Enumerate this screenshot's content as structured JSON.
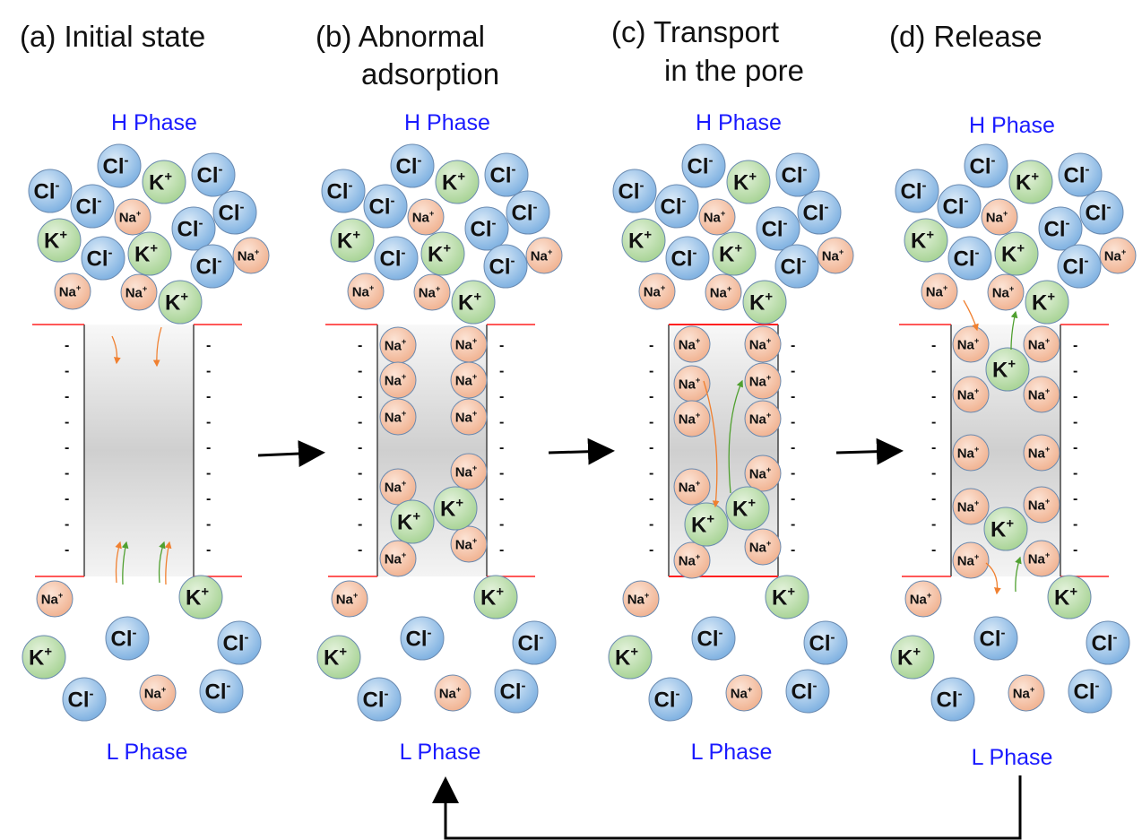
{
  "panels": [
    {
      "title_lines": [
        "(a) Initial state"
      ],
      "h_phase": "H Phase",
      "l_phase": "L Phase"
    },
    {
      "title_lines": [
        "(b) Abnormal",
        "adsorption"
      ],
      "h_phase": "H Phase",
      "l_phase": "L Phase"
    },
    {
      "title_lines": [
        "(c) Transport",
        "in the pore"
      ],
      "h_phase": "H Phase",
      "l_phase": "L Phase"
    },
    {
      "title_lines": [
        "(d) Release"
      ],
      "h_phase": "H Phase",
      "l_phase": "L Phase"
    }
  ],
  "ions": {
    "Cl": {
      "symbol": "Cl",
      "charge": "-",
      "color": "#8fbce6"
    },
    "K": {
      "symbol": "K",
      "charge": "+",
      "color": "#b5dca5"
    },
    "Na": {
      "symbol": "Na",
      "charge": "+",
      "color": "#f5c2a5"
    }
  },
  "wall_charge": "-",
  "colors": {
    "membrane_edge": "#ff2020",
    "flux_na": "#f08030",
    "flux_k": "#50a030",
    "phase_label": "#1a1aff"
  }
}
